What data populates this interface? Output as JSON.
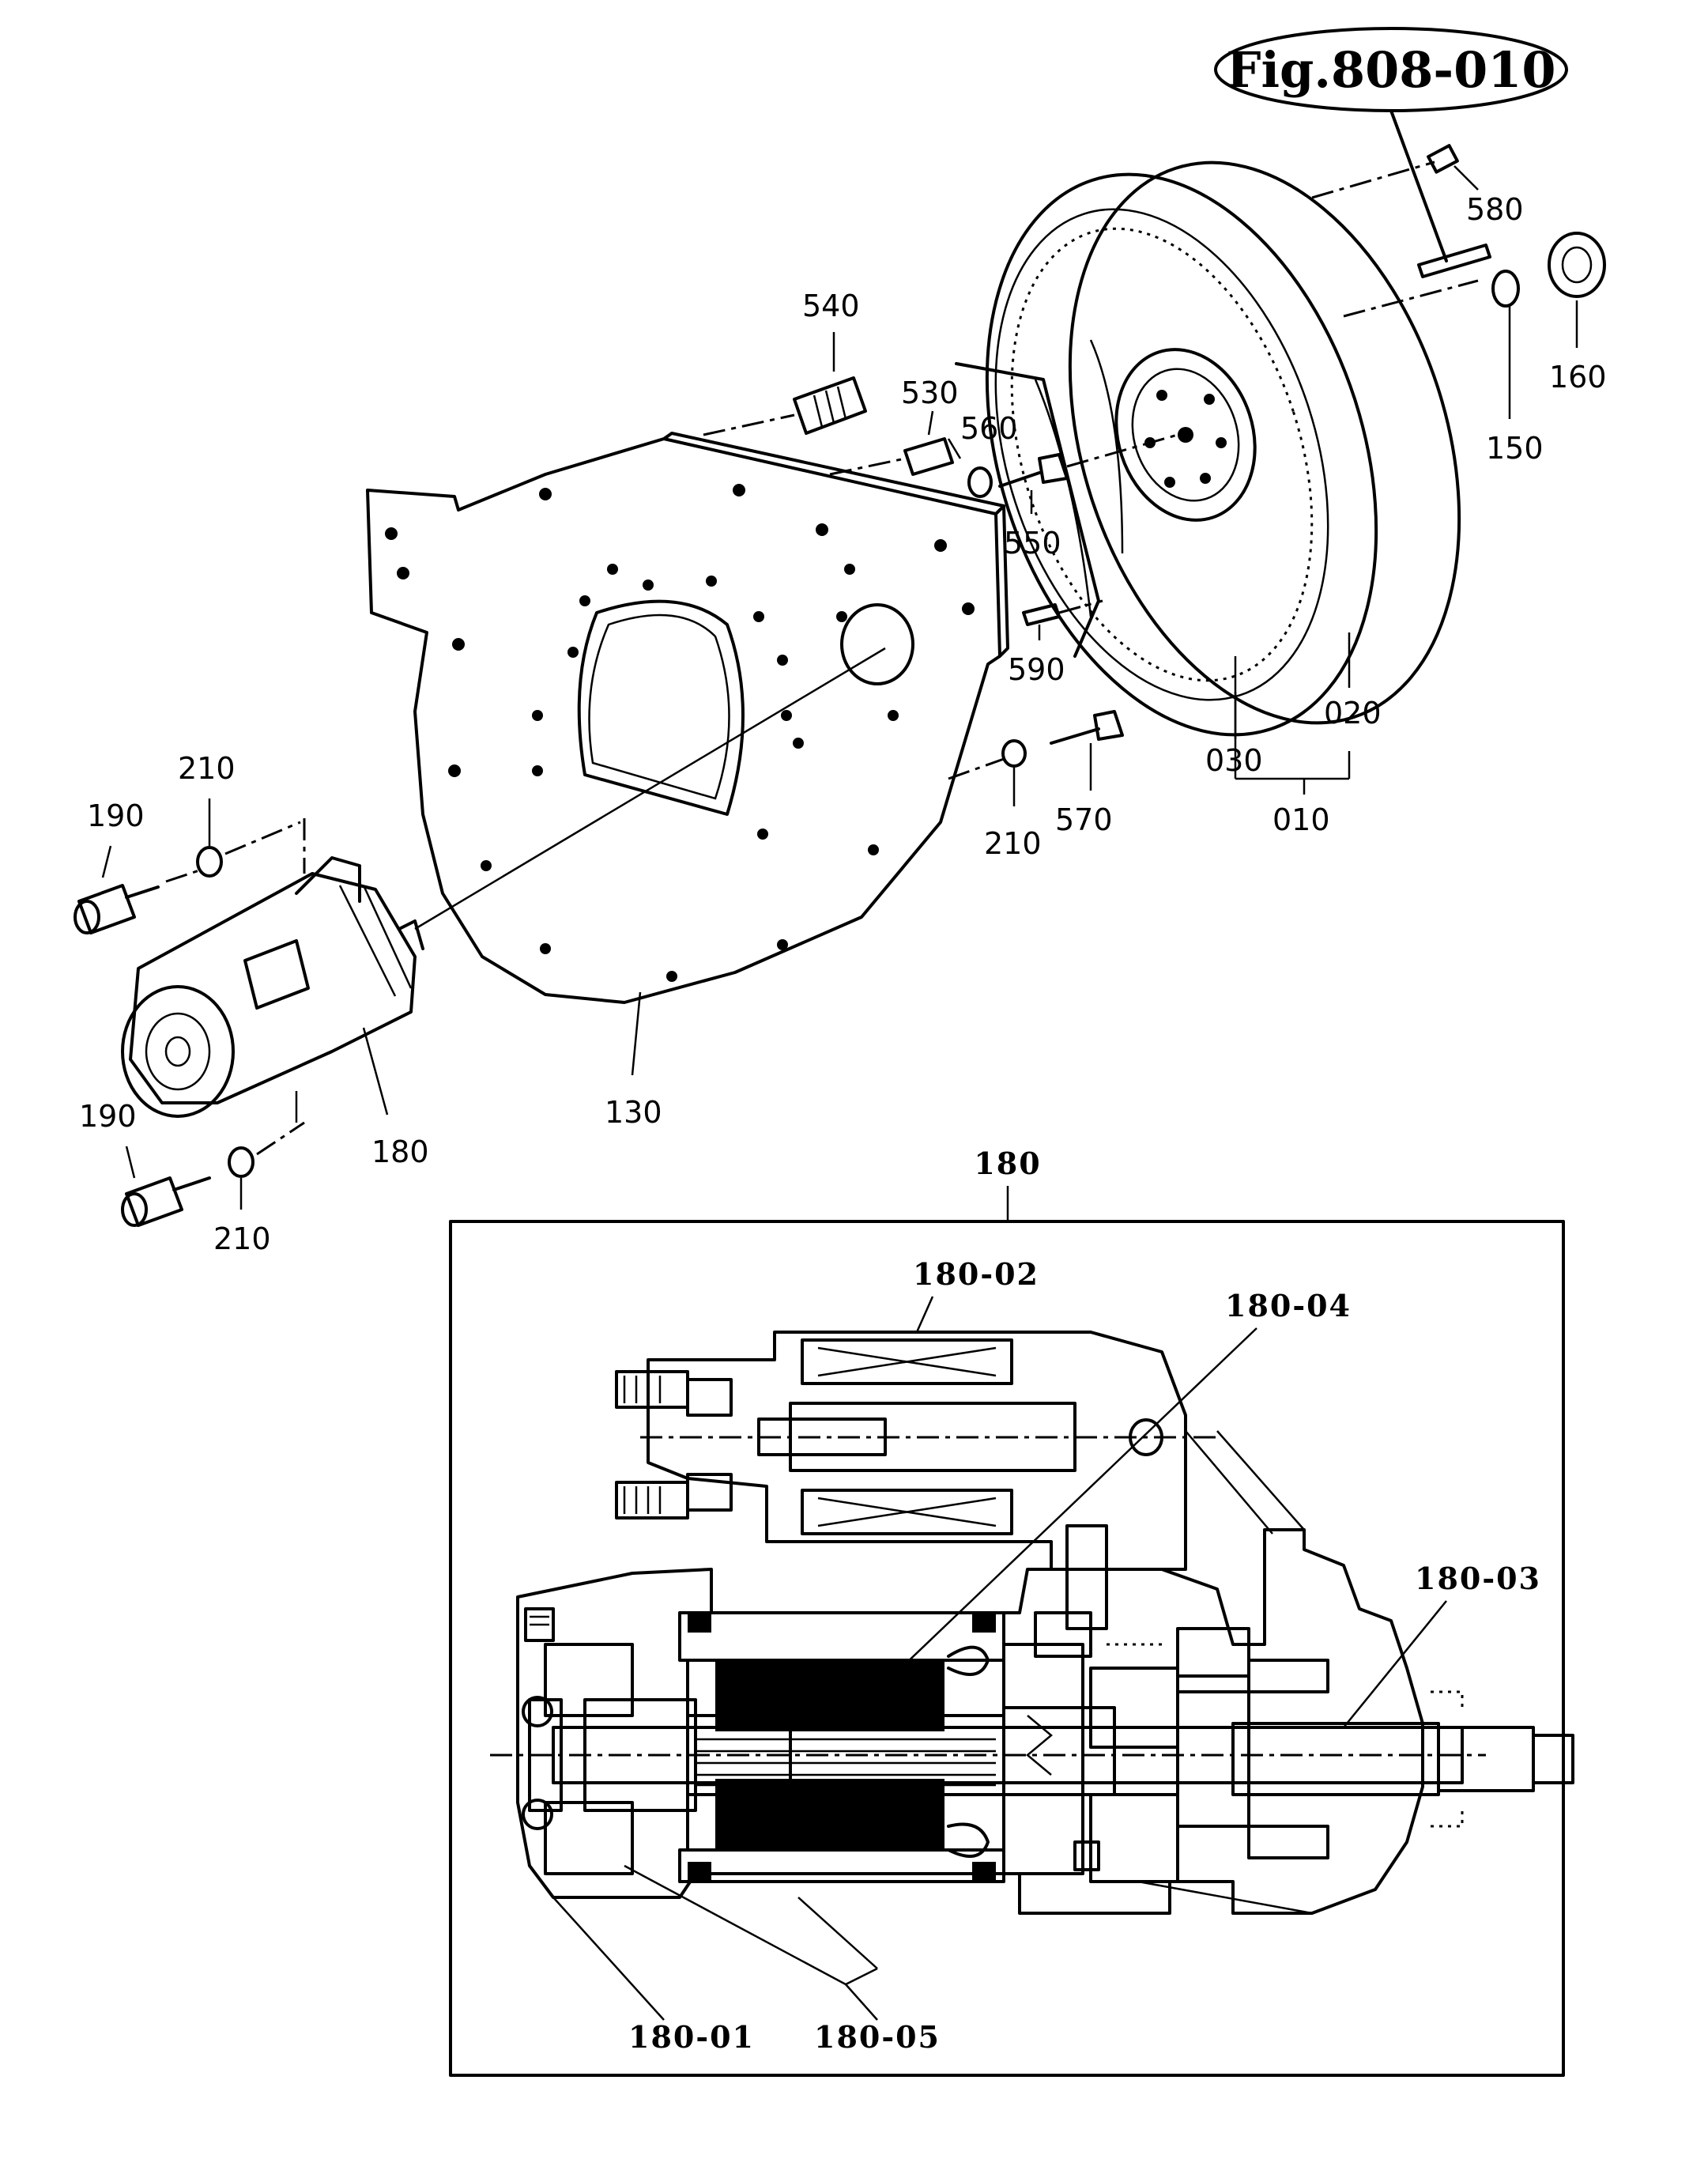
{
  "figure_id": "Fig.808-010",
  "callouts": {
    "c580": "580",
    "c160": "160",
    "c150": "150",
    "c540": "540",
    "c530": "530",
    "c560": "560",
    "c550": "550",
    "c590": "590",
    "c020": "020",
    "c030": "030",
    "c010": "010",
    "c210a": "210",
    "c570": "570",
    "c210b": "210",
    "c190a": "190",
    "c190b": "190",
    "c210c": "210",
    "c180": "180",
    "c130": "130"
  },
  "detail": {
    "title": "180",
    "c01": "180-01",
    "c02": "180-02",
    "c03": "180-03",
    "c04": "180-04",
    "c05": "180-05"
  }
}
